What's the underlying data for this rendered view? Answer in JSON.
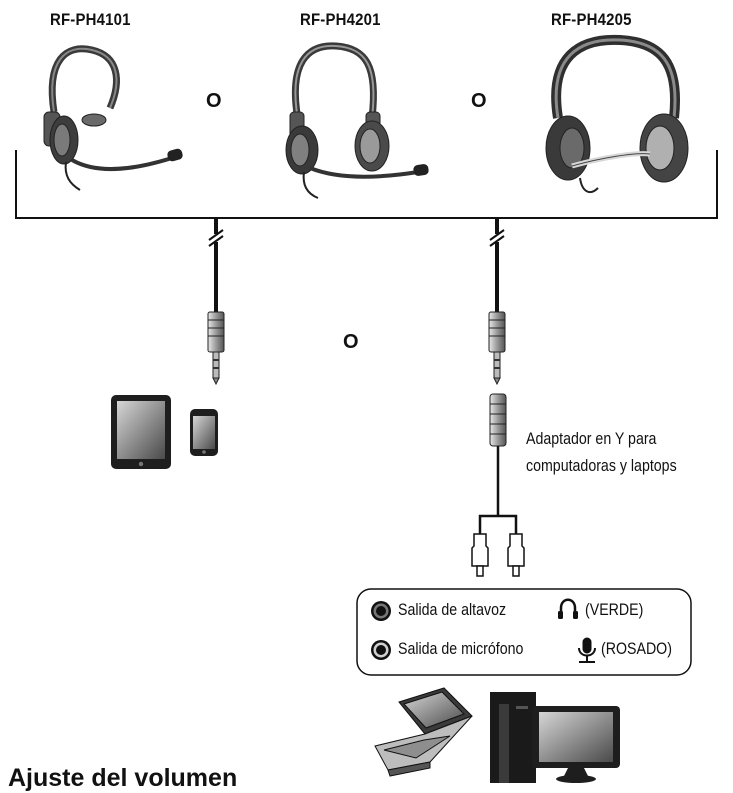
{
  "models": [
    "RF-PH4101",
    "RF-PH4201",
    "RF-PH4205"
  ],
  "or_word": "O",
  "adapter": {
    "line1": "Adaptador en Y para",
    "line2": "computadoras y laptops"
  },
  "ports": [
    {
      "label": "Salida de altavoz",
      "color_label": "(VERDE)",
      "icon": "headphones-icon"
    },
    {
      "label": "Salida de micrófono",
      "color_label": "(ROSADO)",
      "icon": "microphone-icon"
    }
  ],
  "section_heading": "Ajuste del volumen"
}
